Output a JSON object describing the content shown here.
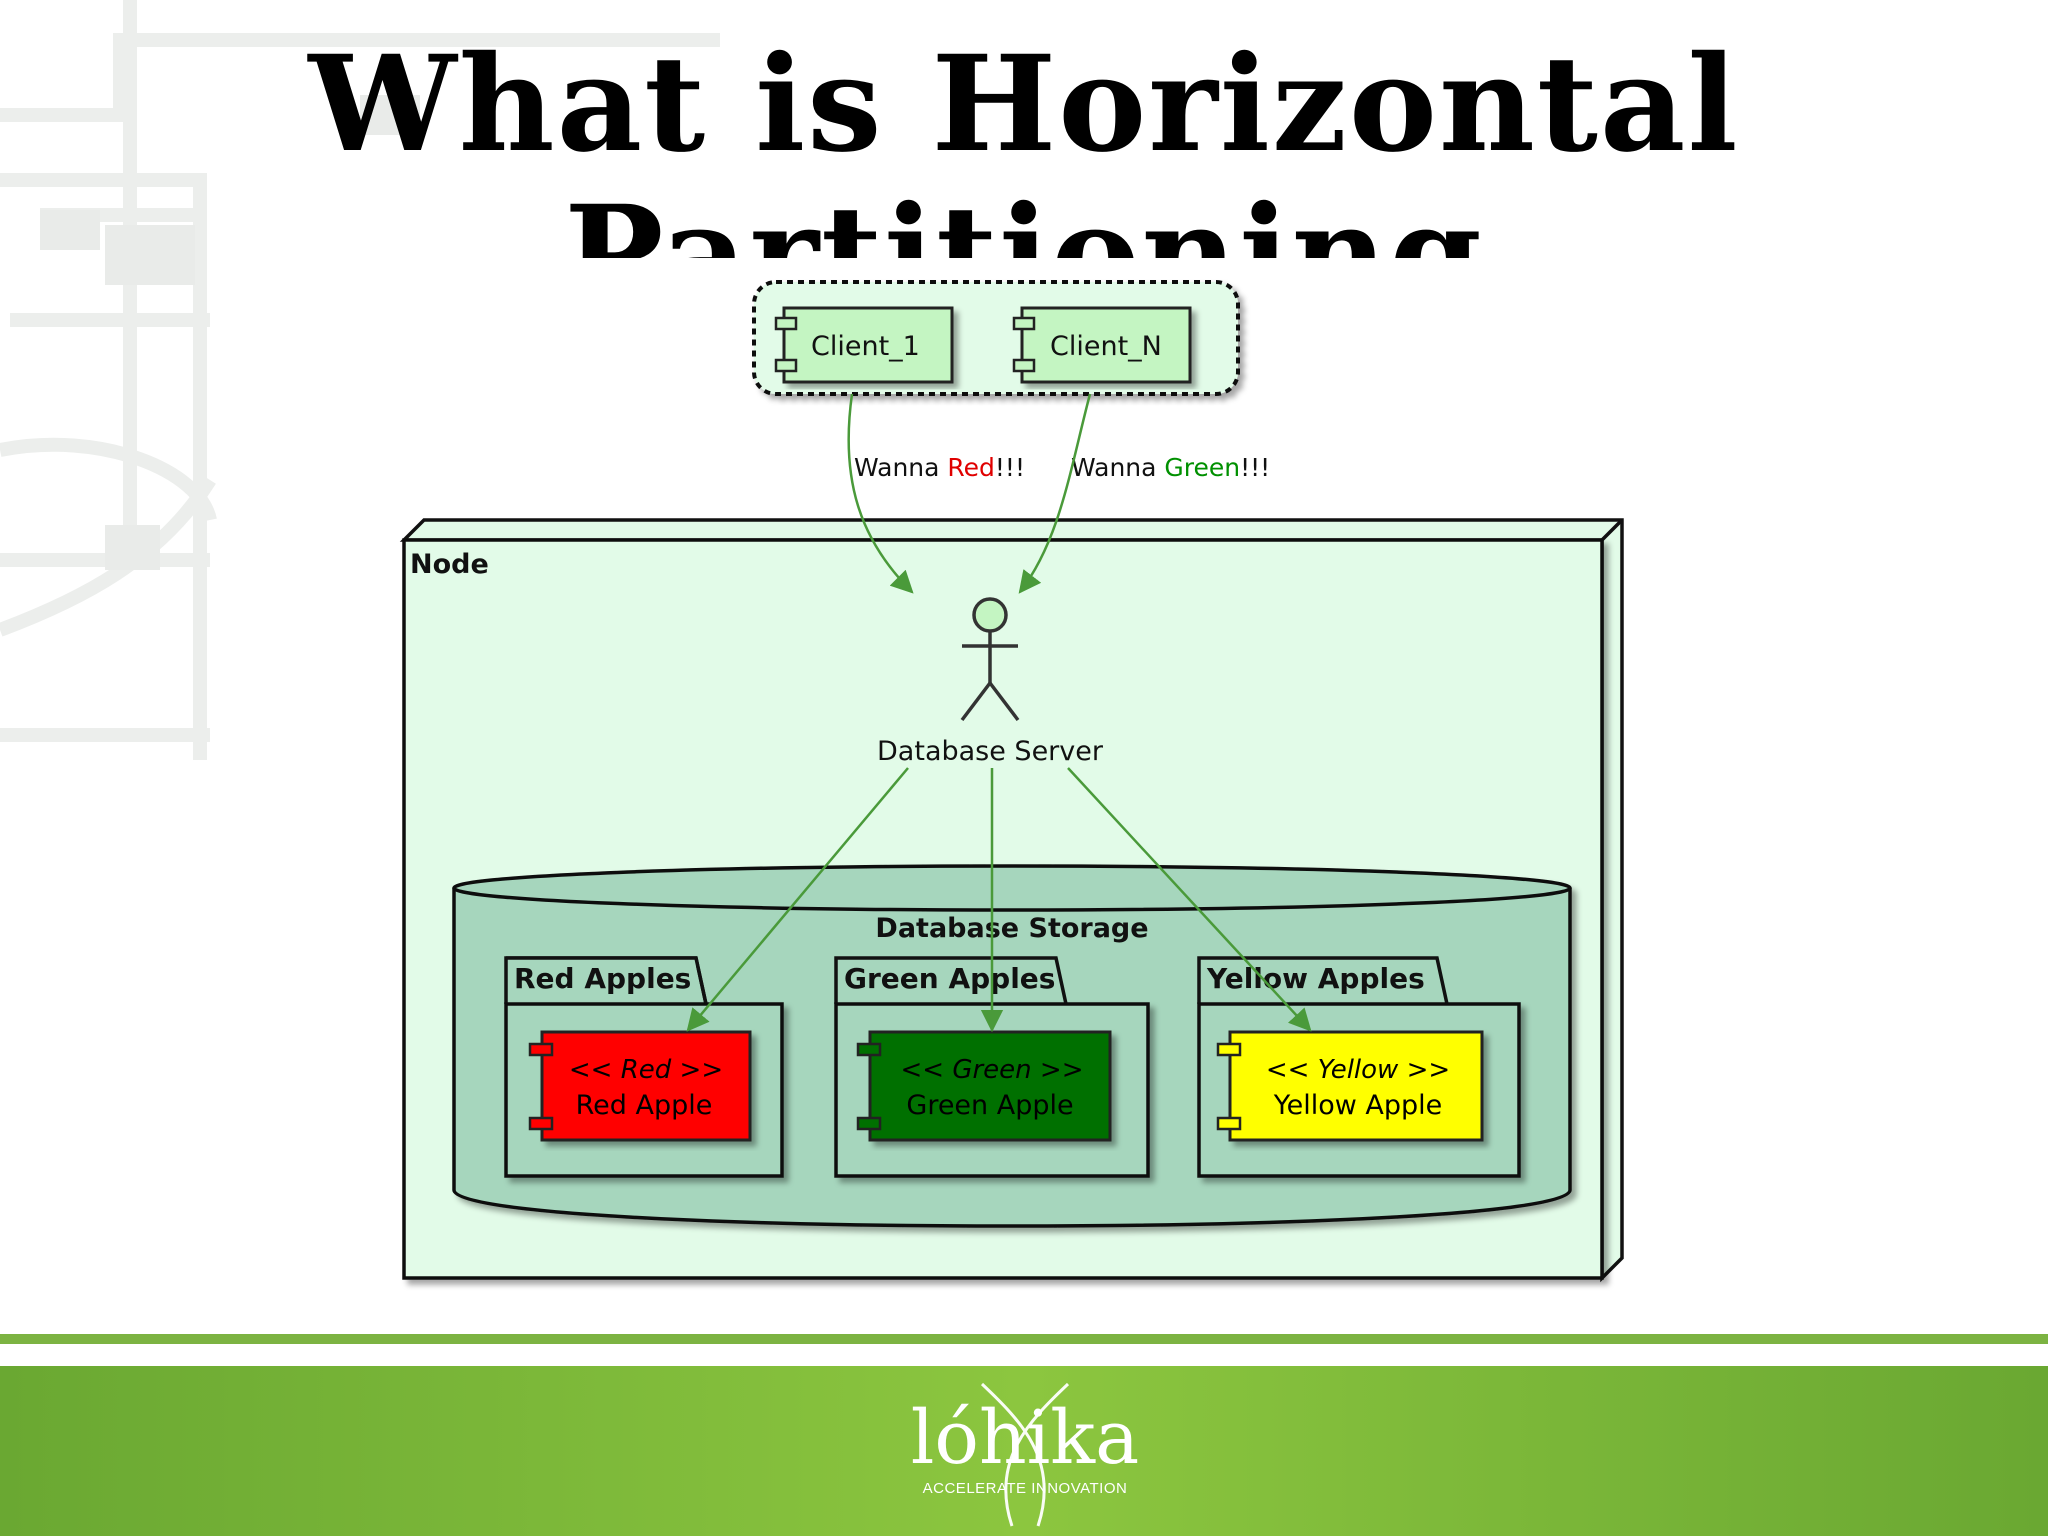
{
  "slide": {
    "title": "What is Horizontal Partitioning"
  },
  "diagram": {
    "clients": [
      "Client_1",
      "Client_N"
    ],
    "requests": [
      {
        "prefix": "Wanna ",
        "color_word": "Red",
        "suffix": "!!!",
        "color": "#e00000"
      },
      {
        "prefix": "Wanna ",
        "color_word": "Green",
        "suffix": "!!!",
        "color": "#009000"
      }
    ],
    "node_label": "Node",
    "actor_label": "Database Server",
    "storage_label": "Database Storage",
    "packages": [
      {
        "title": "Red Apples",
        "stereotype": "<< Red >>",
        "name": "Red Apple",
        "fill": "#ff0000",
        "text_color": "#000000"
      },
      {
        "title": "Green Apples",
        "stereotype": "<< Green >>",
        "name": "Green Apple",
        "fill": "#007000",
        "text_color": "#000000"
      },
      {
        "title": "Yellow Apples",
        "stereotype": "<< Yellow >>",
        "name": "Yellow Apple",
        "fill": "#ffff00",
        "text_color": "#000000"
      }
    ],
    "colors": {
      "node_fill": "#e2fbe8",
      "cloud_fill": "#e2fbe8",
      "client_fill": "#c4f5c2",
      "storage_fill": "#a6d6bd",
      "arrow": "#4a9a3a"
    }
  },
  "footer": {
    "logo_text": "lóhika",
    "tagline": "ACCELERATE  INNOVATION"
  }
}
